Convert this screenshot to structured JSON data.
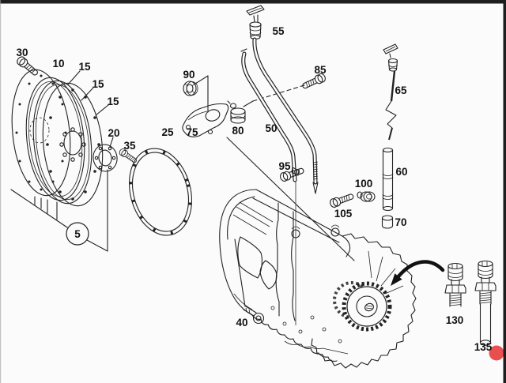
{
  "frame": {
    "background": "#fbfbfb",
    "top_bar_color": "#1e1e1e",
    "right_bar_color": "#1e1e1e",
    "line_color": "#222222"
  },
  "diagram": {
    "type": "exploded-parts-diagram",
    "subject": "automatic transmission assembly with drive plates, filler tubes, dipsticks and sensors",
    "group_badge": {
      "label": "5"
    },
    "marker": {
      "shape": "red-dot",
      "color": "#ea4f4f"
    },
    "labels": [
      {
        "text": "30"
      },
      {
        "text": "10"
      },
      {
        "text": "15"
      },
      {
        "text": "15"
      },
      {
        "text": "15"
      },
      {
        "text": "20"
      },
      {
        "text": "35"
      },
      {
        "text": "25"
      },
      {
        "text": "75"
      },
      {
        "text": "90"
      },
      {
        "text": "80"
      },
      {
        "text": "55"
      },
      {
        "text": "85"
      },
      {
        "text": "50"
      },
      {
        "text": "95"
      },
      {
        "text": "100"
      },
      {
        "text": "105"
      },
      {
        "text": "65"
      },
      {
        "text": "60"
      },
      {
        "text": "70"
      },
      {
        "text": "40"
      },
      {
        "text": "130"
      },
      {
        "text": "135"
      },
      {
        "text": "5"
      }
    ]
  }
}
